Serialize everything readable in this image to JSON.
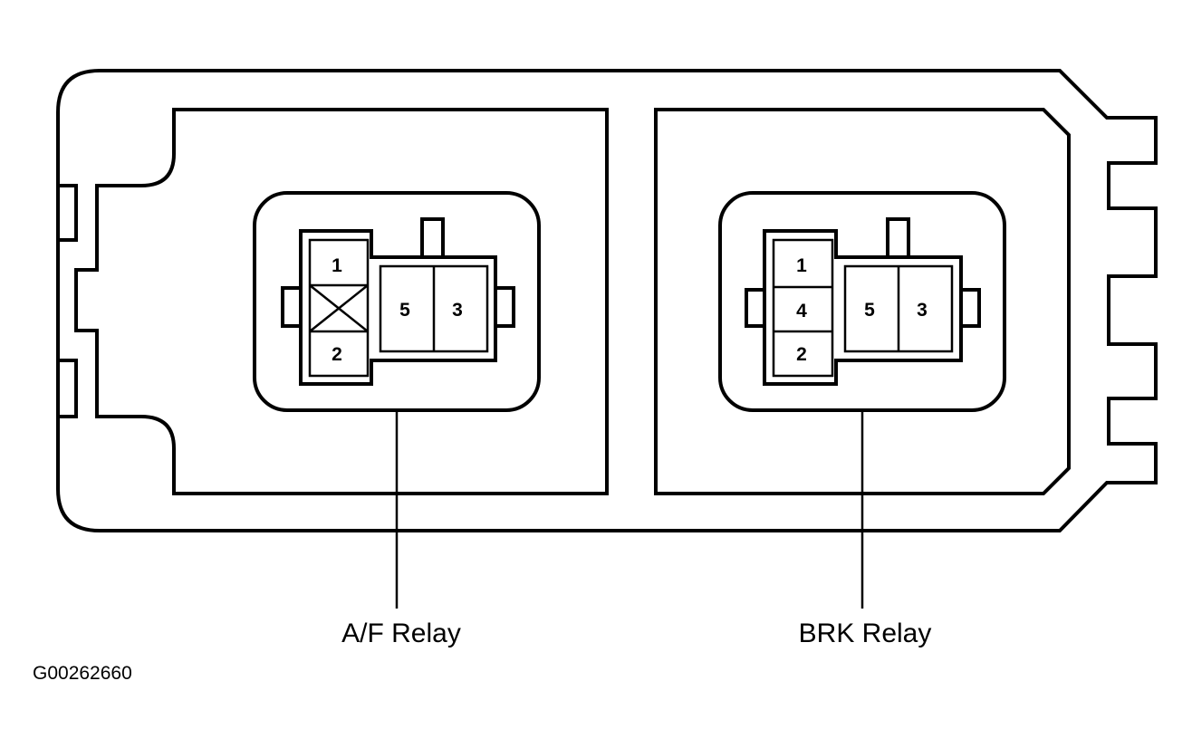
{
  "relays": [
    {
      "label": "A/F Relay",
      "pins": {
        "top_left": "1",
        "middle_left": "",
        "bottom_left": "2",
        "center": "5",
        "right": "3"
      },
      "middle_left_crossed": true
    },
    {
      "label": "BRK Relay",
      "pins": {
        "top_left": "1",
        "middle_left": "4",
        "bottom_left": "2",
        "center": "5",
        "right": "3"
      },
      "middle_left_crossed": false
    }
  ],
  "figure_code": "G00262660"
}
